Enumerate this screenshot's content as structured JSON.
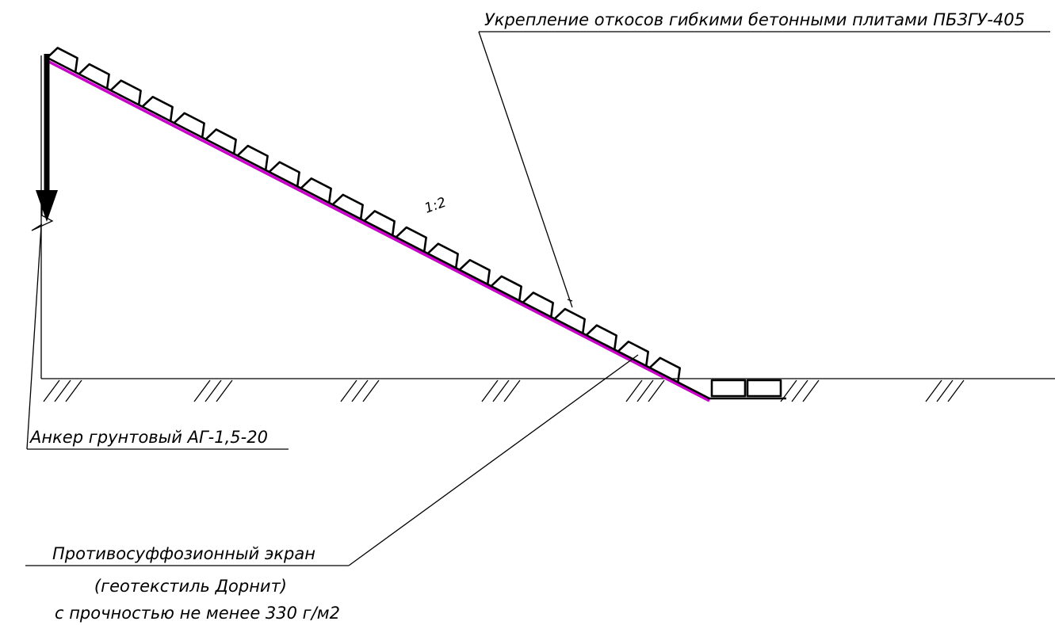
{
  "labels": {
    "slope_reinforcement": "Укрепление откосов гибкими бетонными плитами ПБЗГУ-405",
    "slope_ratio": "1:2",
    "ground_anchor": "Анкер грунтовый АГ-1,5-20",
    "screen_line1": "Противосуффозионный экран",
    "screen_line2": "(геотекстиль Дорнит)",
    "screen_line3": "с прочностью не менее 330 г/м2"
  },
  "colors": {
    "line": "#000000",
    "geotextile": "#cc00cc",
    "background": "#ffffff"
  }
}
